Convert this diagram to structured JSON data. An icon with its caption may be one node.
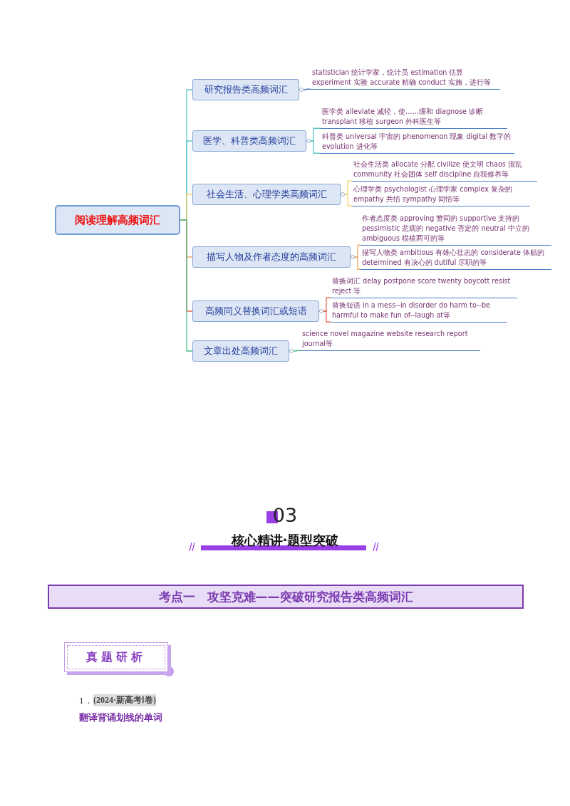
{
  "diagram": {
    "title": "核心精讲·题型突破",
    "nodes": [
      {
        "text": [
          "阅读理解高频词汇"
        ]
      },
      {
        "text": [
          "研究报告类高频词汇"
        ]
      },
      {
        "text": [
          "statistician 统计学家，统计员 estimation 估算 experiment 实验 accurate 精确 conduct 实施，进行等"
        ]
      },
      {
        "text": [
          "医学、科普类高频词汇"
        ]
      },
      {
        "text": [
          "医学类 alleviate 减轻，使……缓和 diagnose 诊断 transplant 移植 surgeon 外科医生等"
        ]
      },
      {
        "text": [
          "科普类 universal 宇宙的 phenomenon 现象 digital 数字的 evolution 进化等"
        ]
      },
      {
        "text": [
          "社会生活、心理学类高频词汇"
        ]
      },
      {
        "text": [
          "社会生活类 allocate 分配 civilize 使文明 chaos 混乱 community 社会团体 self discipline 自我修养等"
        ]
      },
      {
        "text": [
          "心理学类 psychologist 心理学家 complex 复杂的 empathy 共情 sympathy 同情等"
        ]
      },
      {
        "text": [
          "描写人物及作者态度的高频词汇"
        ]
      },
      {
        "text": [
          "作者态度类 approving 赞同的 supportive 支持的 pessimistic 悲观的 negative 否定的 neutral 中立的 ambiguous 模棱两可的等"
        ]
      },
      {
        "text": [
          "描写人物类 ambitious 有雄心壮志的 considerate 体贴的 determined 有决心的 dutiful 尽职的等"
        ]
      },
      {
        "text": [
          "高频同义替换词汇或短语"
        ]
      },
      {
        "text": [
          "替换词汇 delay postpone score twenty boycott resist reject 等"
        ]
      },
      {
        "text": [
          "替换短语 in a mess--in disorder do harm to--be harmful to make fun of--laugh at等"
        ]
      },
      {
        "text": [
          "文章出处高频词汇"
        ]
      },
      {
        "text": [
          "science novel magazine website research report journal等"
        ]
      },
      {
        "text": [
          "考点一　攻坚克难——突破研究报告类高频词汇"
        ]
      },
      {
        "text": [
          "真题研析"
        ]
      }
    ],
    "edges": [
      {
        "from": 0,
        "to": 1,
        "arrow": "none",
        "color": "#5bc8c8"
      },
      {
        "from": 1,
        "to": 2,
        "arrow": "none",
        "color": "#4a7fc8"
      },
      {
        "from": 0,
        "to": 3,
        "arrow": "none",
        "color": "#5bc8c8"
      },
      {
        "from": 3,
        "to": 4,
        "arrow": "none",
        "color": "#5bc8c8"
      },
      {
        "from": 3,
        "to": 5,
        "arrow": "none",
        "color": "#5bc8c8"
      },
      {
        "from": 0,
        "to": 6,
        "arrow": "none",
        "color": "#f2d46a"
      },
      {
        "from": 6,
        "to": 7,
        "arrow": "none",
        "color": "#f2d46a"
      },
      {
        "from": 6,
        "to": 8,
        "arrow": "none",
        "color": "#f2d46a"
      },
      {
        "from": 0,
        "to": 9,
        "arrow": "none",
        "color": "#f0a860"
      },
      {
        "from": 9,
        "to": 10,
        "arrow": "none",
        "color": "#f0a860"
      },
      {
        "from": 9,
        "to": 11,
        "arrow": "none",
        "color": "#f0a860"
      },
      {
        "from": 0,
        "to": 12,
        "arrow": "none",
        "color": "#e86a50"
      },
      {
        "from": 12,
        "to": 13,
        "arrow": "none",
        "color": "#e86a50"
      },
      {
        "from": 12,
        "to": 14,
        "arrow": "none",
        "color": "#e86a50"
      },
      {
        "from": 0,
        "to": 15,
        "arrow": "none",
        "color": "#4cc08a"
      },
      {
        "from": 15,
        "to": 16,
        "arrow": "none",
        "color": "#4cc08a"
      }
    ],
    "labels": [
      "03",
      "1．",
      "(2024·新高考Ⅰ卷)",
      "翻译背诵划线的单词"
    ]
  }
}
